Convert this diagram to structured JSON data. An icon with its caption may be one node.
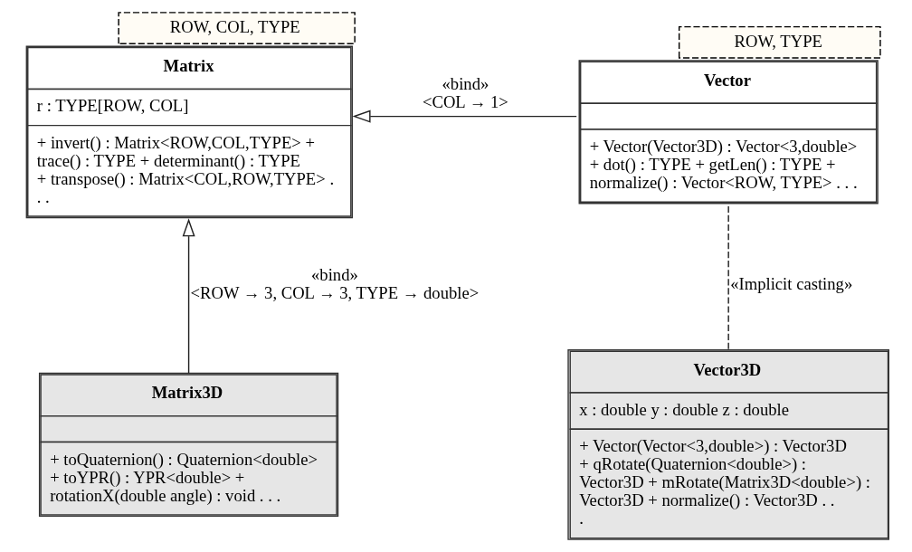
{
  "diagram": {
    "nodes": [
      {
        "text": [
          "Matrix",
          "r : TYPE[ROW, COL]",
          "+ invert() : Matrix<ROW,COL,TYPE> + trace() : TYPE + determinant() : TYPE + transpose() : Matrix<COL,ROW,TYPE> . . ."
        ],
        "beside": [
          "ROW, COL, TYPE"
        ]
      },
      {
        "text": [
          "Vector",
          "+ Vector(Vector3D) : Vector<3,double> + dot() : TYPE + getLen() : TYPE + normalize() : Vector<ROW, TYPE> . . ."
        ],
        "beside": [
          "ROW, TYPE"
        ]
      },
      {
        "text": [
          "Matrix3D",
          "+ toQuaternion() : Quaternion<double> + toYPR() : YPR<double> + rotationX(double angle) : void . . ."
        ]
      },
      {
        "text": [
          "Vector3D",
          "x : double y : double z : double",
          "+ Vector(Vector<3,double>) : Vector3D + qRotate(Quaternion<double>) : Vector3D + mRotate(Matrix3D<double>) : Vector3D + normalize() : Vector3D . . ."
        ]
      }
    ],
    "edges": [
      {
        "from": 1,
        "to": 0,
        "arrow": "to",
        "label": "«bind» <COL → 1>"
      },
      {
        "from": 2,
        "to": 0,
        "arrow": "to",
        "label": "«bind» <ROW → 3, COL → 3, TYPE → double>"
      },
      {
        "from": 1,
        "to": 3,
        "arrow": "none",
        "style": "dashed",
        "label": "«Implicit casting»"
      }
    ]
  }
}
